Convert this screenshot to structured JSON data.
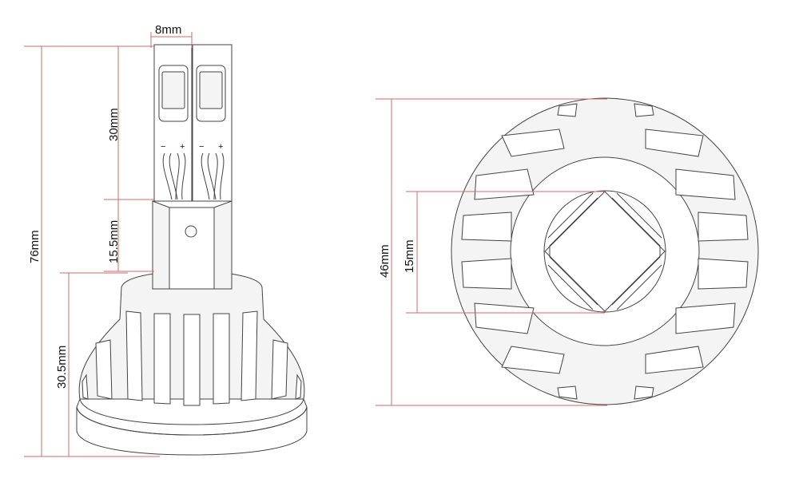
{
  "dimensions": {
    "chip_width": "8mm",
    "chip_height": "30mm",
    "stem_height": "15.5mm",
    "total_height": "76mm",
    "base_height": "30.5mm",
    "base_diameter": "46mm",
    "opening_width": "15mm"
  },
  "polarity": {
    "minus": "−",
    "plus": "+"
  },
  "colors": {
    "dimension_line": "#d26a6a",
    "outline": "#444444"
  }
}
